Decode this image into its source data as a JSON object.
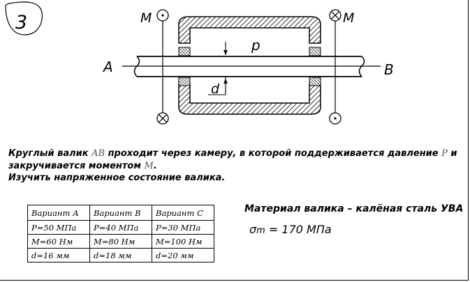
{
  "problem_number": "3",
  "labels": {
    "point_a": "A",
    "point_b": "B",
    "moment_left": "M",
    "moment_right": "M",
    "pressure": "p",
    "diameter": "d"
  },
  "description": {
    "line1_pre": "Круглый валик ",
    "line1_ab": "AB",
    "line1_mid": " проходит через камеру, в которой поддерживается давление ",
    "line1_p": "P",
    "line1_end": " и",
    "line2_pre": "закручивается моментом ",
    "line2_m": "M",
    "line2_end": ".",
    "line3": "Изучить напряженное состояние валика."
  },
  "variants_table": {
    "rows": [
      [
        "Вариант А",
        "Вариант В",
        "Вариант С"
      ],
      [
        "P=50 МПа",
        "P=40 МПа",
        "P=30 МПа"
      ],
      [
        "M=60 Нм",
        "M=80 Нм",
        "M=100 Нм"
      ],
      [
        "d=16 мм",
        "d=18 мм",
        "d=20 мм"
      ]
    ]
  },
  "material": {
    "text": "Материал валика – калёная сталь УВА",
    "stress_sigma": "σ",
    "stress_sub": "m",
    "stress_value": " = 170 МПа"
  }
}
